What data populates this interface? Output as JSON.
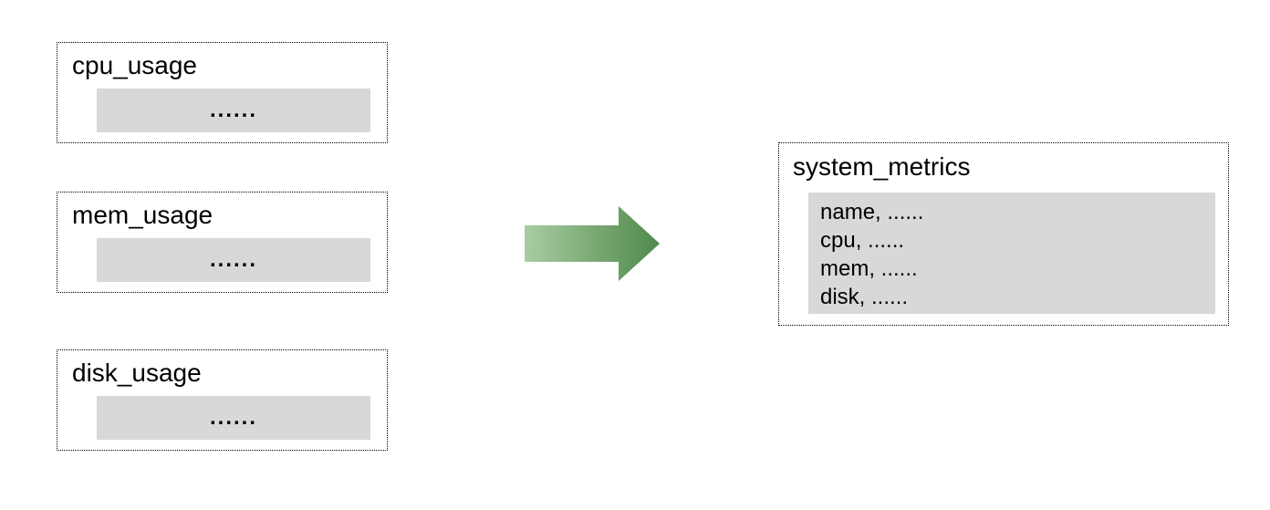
{
  "diagram": {
    "sources": [
      {
        "label": "cpu_usage",
        "placeholder": "......"
      },
      {
        "label": "mem_usage",
        "placeholder": "......"
      },
      {
        "label": "disk_usage",
        "placeholder": "......"
      }
    ],
    "target": {
      "label": "system_metrics",
      "rows": [
        "name, ......",
        "cpu, ......",
        "mem, ......",
        "disk, ......"
      ]
    },
    "arrow": {
      "icon": "right-arrow-icon",
      "gradient_start": "#a9cca3",
      "gradient_end": "#4f8a4b"
    },
    "colors": {
      "panel_fill": "#d8d8d8",
      "border": "#000000",
      "background": "#ffffff"
    }
  }
}
